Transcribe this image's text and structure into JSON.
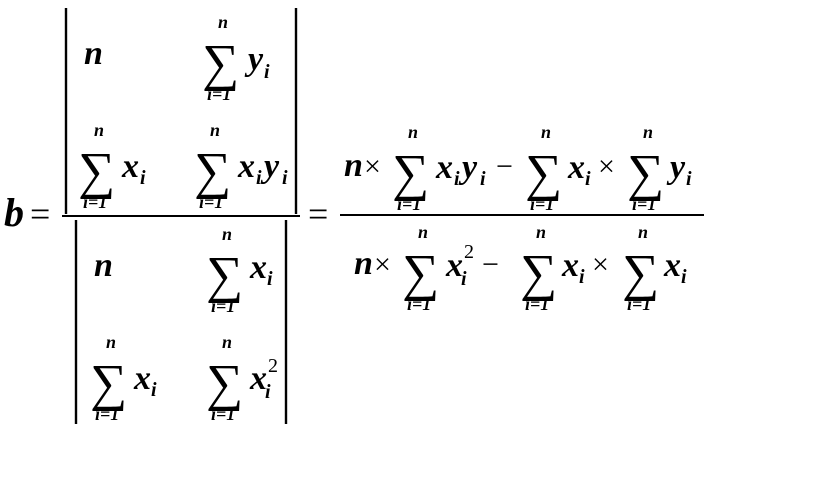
{
  "lhs": {
    "symbol": "b",
    "equals": "="
  },
  "sum_limits": {
    "lower": "i=1",
    "upper": "n"
  },
  "determinant_numerator": {
    "r1c1": "n",
    "r1c2_body": "y",
    "r1c2_sub": "i",
    "r2c1_body": "x",
    "r2c1_sub": "i",
    "r2c2_body_1": "x",
    "r2c2_sub_1": "i",
    "r2c2_body_2": "y",
    "r2c2_sub_2": "i"
  },
  "determinant_denominator": {
    "r1c1": "n",
    "r1c2_body": "x",
    "r1c2_sub": "i",
    "r2c1_body": "x",
    "r2c1_sub": "i",
    "r2c2_body": "x",
    "r2c2_sub": "i",
    "r2c2_sup": "2"
  },
  "rhs": {
    "equals": "=",
    "times": "×",
    "minus": "−",
    "numerator": {
      "n": "n",
      "t1_x": "x",
      "t1_xsub": "i",
      "t1_y": "y",
      "t1_ysub": "i",
      "t2_x": "x",
      "t2_xsub": "i",
      "t3_y": "y",
      "t3_ysub": "i"
    },
    "denominator": {
      "n": "n",
      "t1_x": "x",
      "t1_xsub": "i",
      "t1_sup": "2",
      "t2_x": "x",
      "t2_xsub": "i",
      "t3_x": "x",
      "t3_xsub": "i"
    }
  },
  "glyphs": {
    "sigma": "∑"
  }
}
